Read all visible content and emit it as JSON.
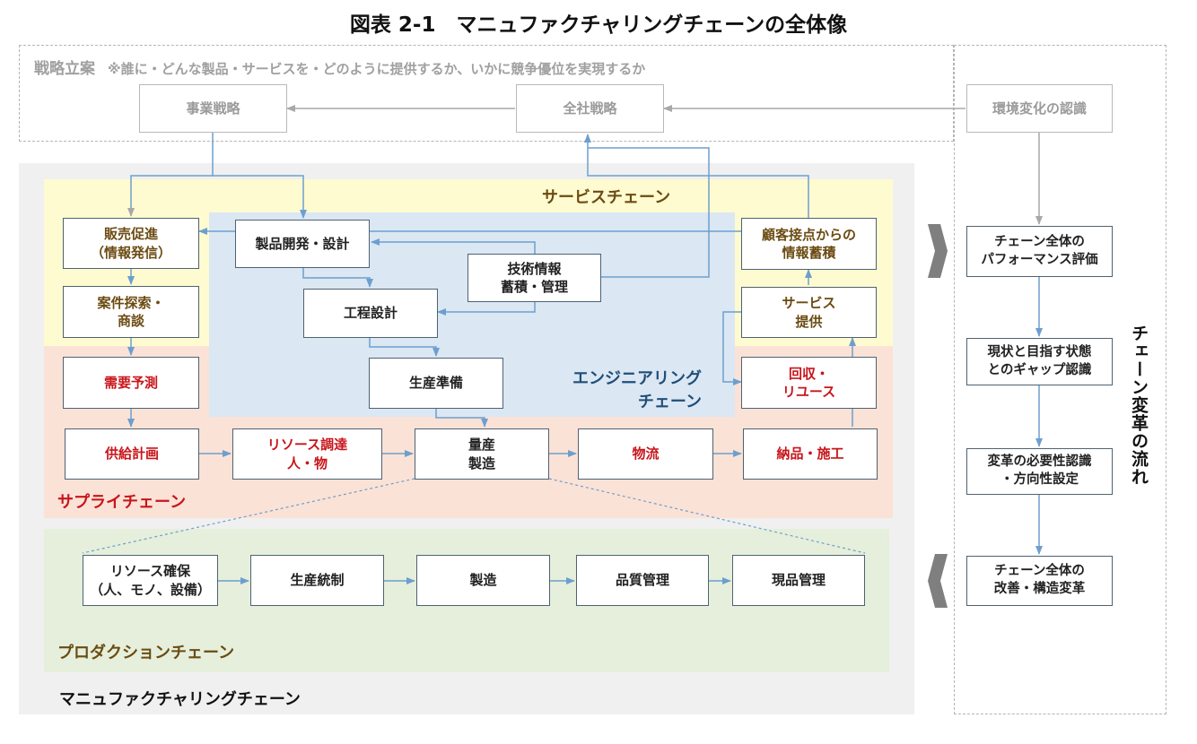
{
  "title": "図表 2-1　マニュファクチャリングチェーンの全体像",
  "strategy": {
    "title": "戦略立案",
    "note": "※誰に・どんな製品・サービスを・どのように提供するか、いかに競争優位を実現するか",
    "boxes": {
      "business": "事業戦略",
      "corporate": "全社戦略",
      "environment": "環境変化の認識"
    }
  },
  "regions": {
    "service": "サービスチェーン",
    "engineering": "エンジニアリング\nチェーン",
    "supply": "サプライチェーン",
    "production": "プロダクションチェーン",
    "manufacturing": "マニュファクチャリングチェーン"
  },
  "boxes": {
    "sales_promotion": "販売促進\n（情報発信）",
    "deal_search": "案件探索・\n商談",
    "demand_forecast": "需要予測",
    "supply_plan": "供給計画",
    "resource_procure": "リソース調達\n人・物",
    "mass_production": "量産\n製造",
    "logistics": "物流",
    "delivery": "納品・施工",
    "product_dev": "製品開発・設計",
    "tech_info": "技術情報\n蓄積・管理",
    "process_design": "工程設計",
    "production_prep": "生産準備",
    "customer_contact": "顧客接点からの\n情報蓄積",
    "service_provide": "サービス\n提供",
    "recovery": "回収・\nリユース",
    "resource_secure": "リソース確保\n（人、モノ、設備）",
    "production_control": "生産統制",
    "manufacture": "製造",
    "quality": "品質管理",
    "onsite": "現品管理"
  },
  "transformation": {
    "title": "チェーン変革の流れ",
    "steps": [
      "チェーン全体の\nパフォーマンス評価",
      "現状と目指す状態\nとのギャップ認識",
      "変革の必要性認識\n・方向性設定",
      "チェーン全体の\n改善・構造変革"
    ]
  },
  "colors": {
    "service_bg": "#fffbd0",
    "engineering_bg": "#dbe7f3",
    "supply_bg": "#fbe2d6",
    "production_bg": "#e5efdb",
    "outer_bg": "#f0f0f0",
    "arrow": "#6d9fce",
    "red_text": "#c8151b",
    "brown_text": "#6b4b12",
    "blue_text": "#1f4e79"
  }
}
